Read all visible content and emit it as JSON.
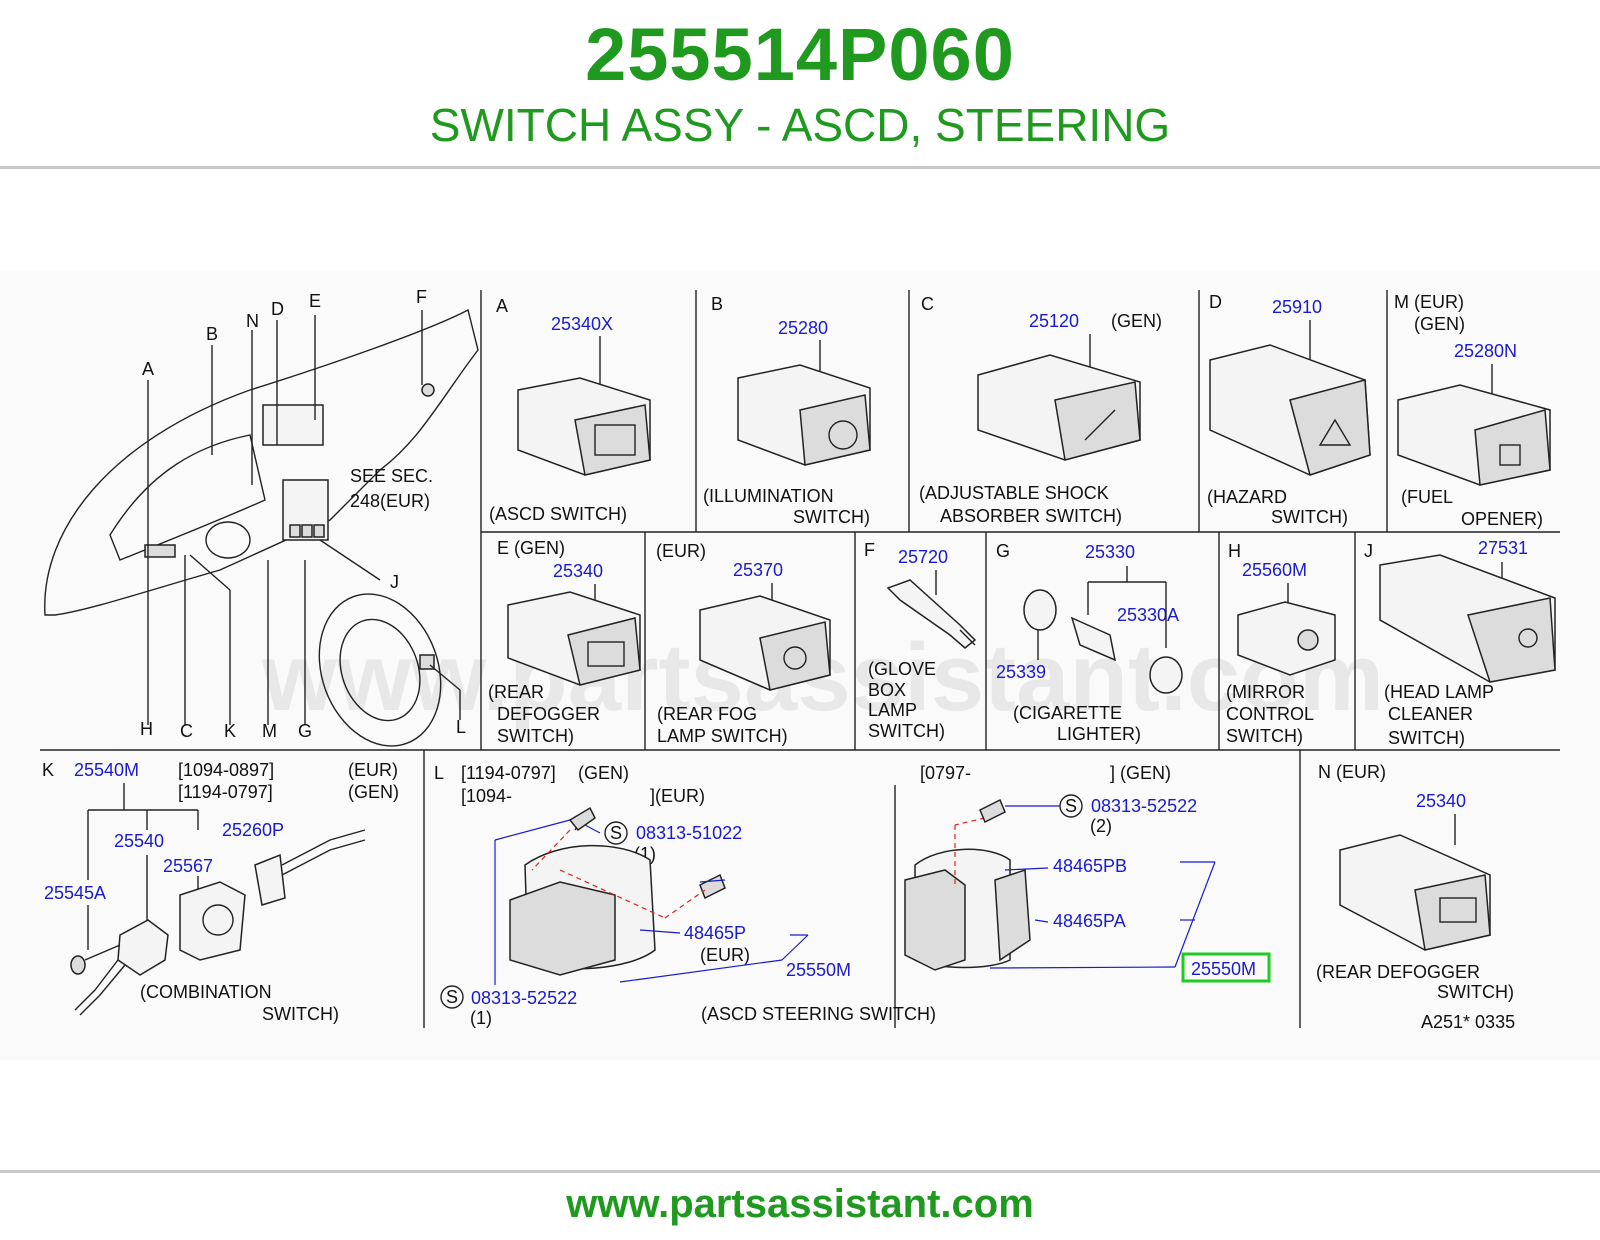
{
  "header": {
    "part_number": "255514P060",
    "title": "SWITCH ASSY - ASCD, STEERING"
  },
  "footer": {
    "url": "www.partsassistant.com"
  },
  "watermark": "www.partsassistant.com",
  "colors": {
    "brand_green": "#1f9a1f",
    "part_blue": "#1a1ad0",
    "highlight_green": "#1fcc1f"
  },
  "overview": {
    "letters": {
      "A": "A",
      "B": "B",
      "N": "N",
      "D": "D",
      "E": "E",
      "F": "F",
      "H": "H",
      "C": "C",
      "K": "K",
      "M": "M",
      "G": "G",
      "L": "L",
      "J": "J"
    },
    "note_line1": "SEE   SEC.",
    "note_line2": "248(EUR)"
  },
  "panels": {
    "A": {
      "letter": "A",
      "part": "25340X",
      "label1": "(ASCD   SWITCH)"
    },
    "B": {
      "letter": "B",
      "part": "25280",
      "label1": "(ILLUMINATION",
      "label2": "SWITCH)"
    },
    "C": {
      "letter": "C",
      "part": "25120",
      "variant": "(GEN)",
      "label1": "(ADJUSTABLE   SHOCK",
      "label2": "ABSORBER   SWITCH)"
    },
    "D": {
      "letter": "D",
      "part": "25910",
      "label1": "(HAZARD",
      "label2": "SWITCH)"
    },
    "M": {
      "letter": "M (EUR)",
      "variant": "(GEN)",
      "part": "25280N",
      "label1": "(FUEL",
      "label2": "OPENER)"
    },
    "E": {
      "letter": "E (GEN)",
      "part": "25340",
      "label1": "(REAR",
      "label2": "DEFOGGER",
      "label3": "SWITCH)"
    },
    "EUR": {
      "letter": "(EUR)",
      "part": "25370",
      "label1": "(REAR   FOG",
      "label2": "LAMP   SWITCH)"
    },
    "F": {
      "letter": "F",
      "part": "25720",
      "label1": "(GLOVE",
      "label2": "BOX",
      "label3": "LAMP",
      "label4": "SWITCH)"
    },
    "G": {
      "letter": "G",
      "part": "25330",
      "part2": "25330A",
      "part3": "25339",
      "label1": "(CIGARETTE",
      "label2": "LIGHTER)"
    },
    "H": {
      "letter": "H",
      "part": "25560M",
      "label1": "(MIRROR",
      "label2": "CONTROL",
      "label3": "SWITCH)"
    },
    "J": {
      "letter": "J",
      "part": "27531",
      "label1": "(HEAD   LAMP",
      "label2": "CLEANER",
      "label3": "SWITCH)"
    },
    "K": {
      "letter": "K",
      "part_main": "25540M",
      "date1": "[1094-0897]",
      "region1": "(EUR)",
      "date2": "[1194-0797]",
      "region2": "(GEN)",
      "p1": "25540",
      "p2": "25260P",
      "p3": "25567",
      "p4": "25545A",
      "label1": "(COMBINATION",
      "label2": "SWITCH)"
    },
    "L": {
      "letter": "L",
      "date1": "[1194-0797]",
      "region1": "(GEN)",
      "date2": "[1094-",
      "region2": "](EUR)",
      "s1": "S",
      "bolt1": "08313-51022",
      "qty1": "(1)",
      "p1": "48465P",
      "p1_region": "(EUR)",
      "p2": "25550M",
      "s2": "S",
      "bolt2": "08313-52522",
      "qty2": "(1)",
      "date3": "[0797-",
      "region3": "]   (GEN)",
      "s3": "S",
      "bolt3": "08313-52522",
      "qty3": "(2)",
      "p3": "48465PB",
      "p4": "48465PA",
      "p5": "25550M",
      "label": "(ASCD   STEERING   SWITCH)"
    },
    "N": {
      "letter": "N (EUR)",
      "part": "25340",
      "label1": "(REAR     DEFOGGER",
      "label2": "SWITCH)",
      "code": "A251*   0335"
    }
  }
}
